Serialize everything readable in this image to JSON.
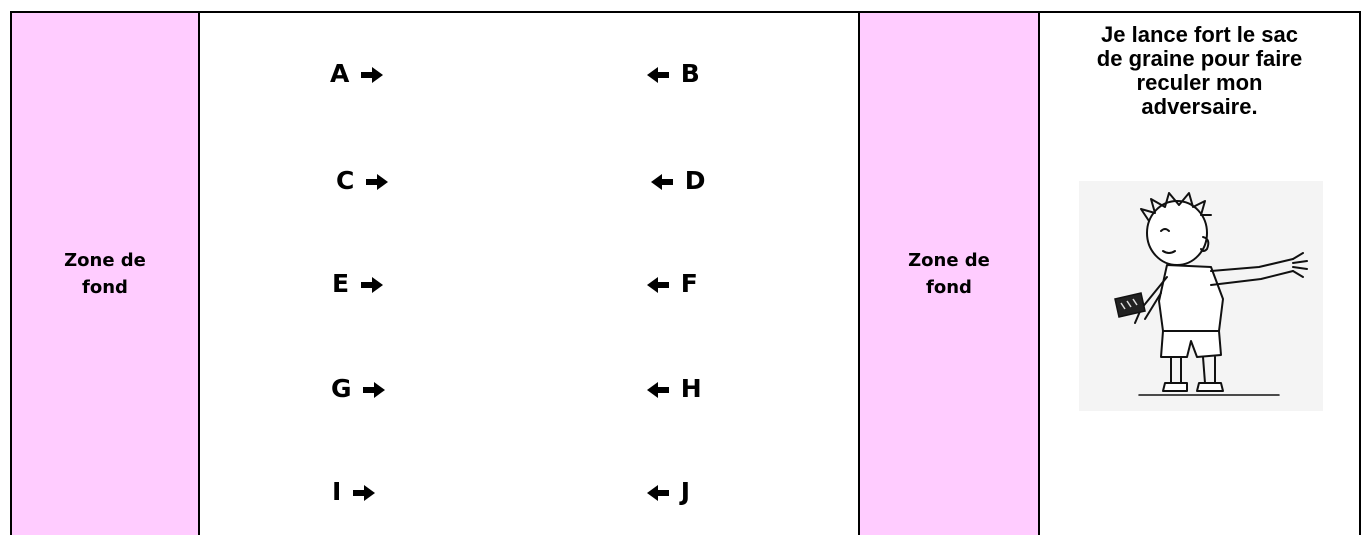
{
  "zones": {
    "left_label_line1": "Zone de",
    "left_label_line2": "fond",
    "right_label_line1": "Zone de",
    "right_label_line2": "fond"
  },
  "players": {
    "left_column": [
      "A",
      "C",
      "E",
      "G",
      "I"
    ],
    "right_column": [
      "B",
      "D",
      "F",
      "H",
      "J"
    ]
  },
  "caption": {
    "line1": "Je lance fort le sac",
    "line2": "de graine pour faire",
    "line3": "reculer mon",
    "line4": "adversaire."
  },
  "colors": {
    "zone_fill": "#ffccff",
    "border": "#000000"
  },
  "illustration": {
    "subject": "child-throwing-bean-bag"
  }
}
